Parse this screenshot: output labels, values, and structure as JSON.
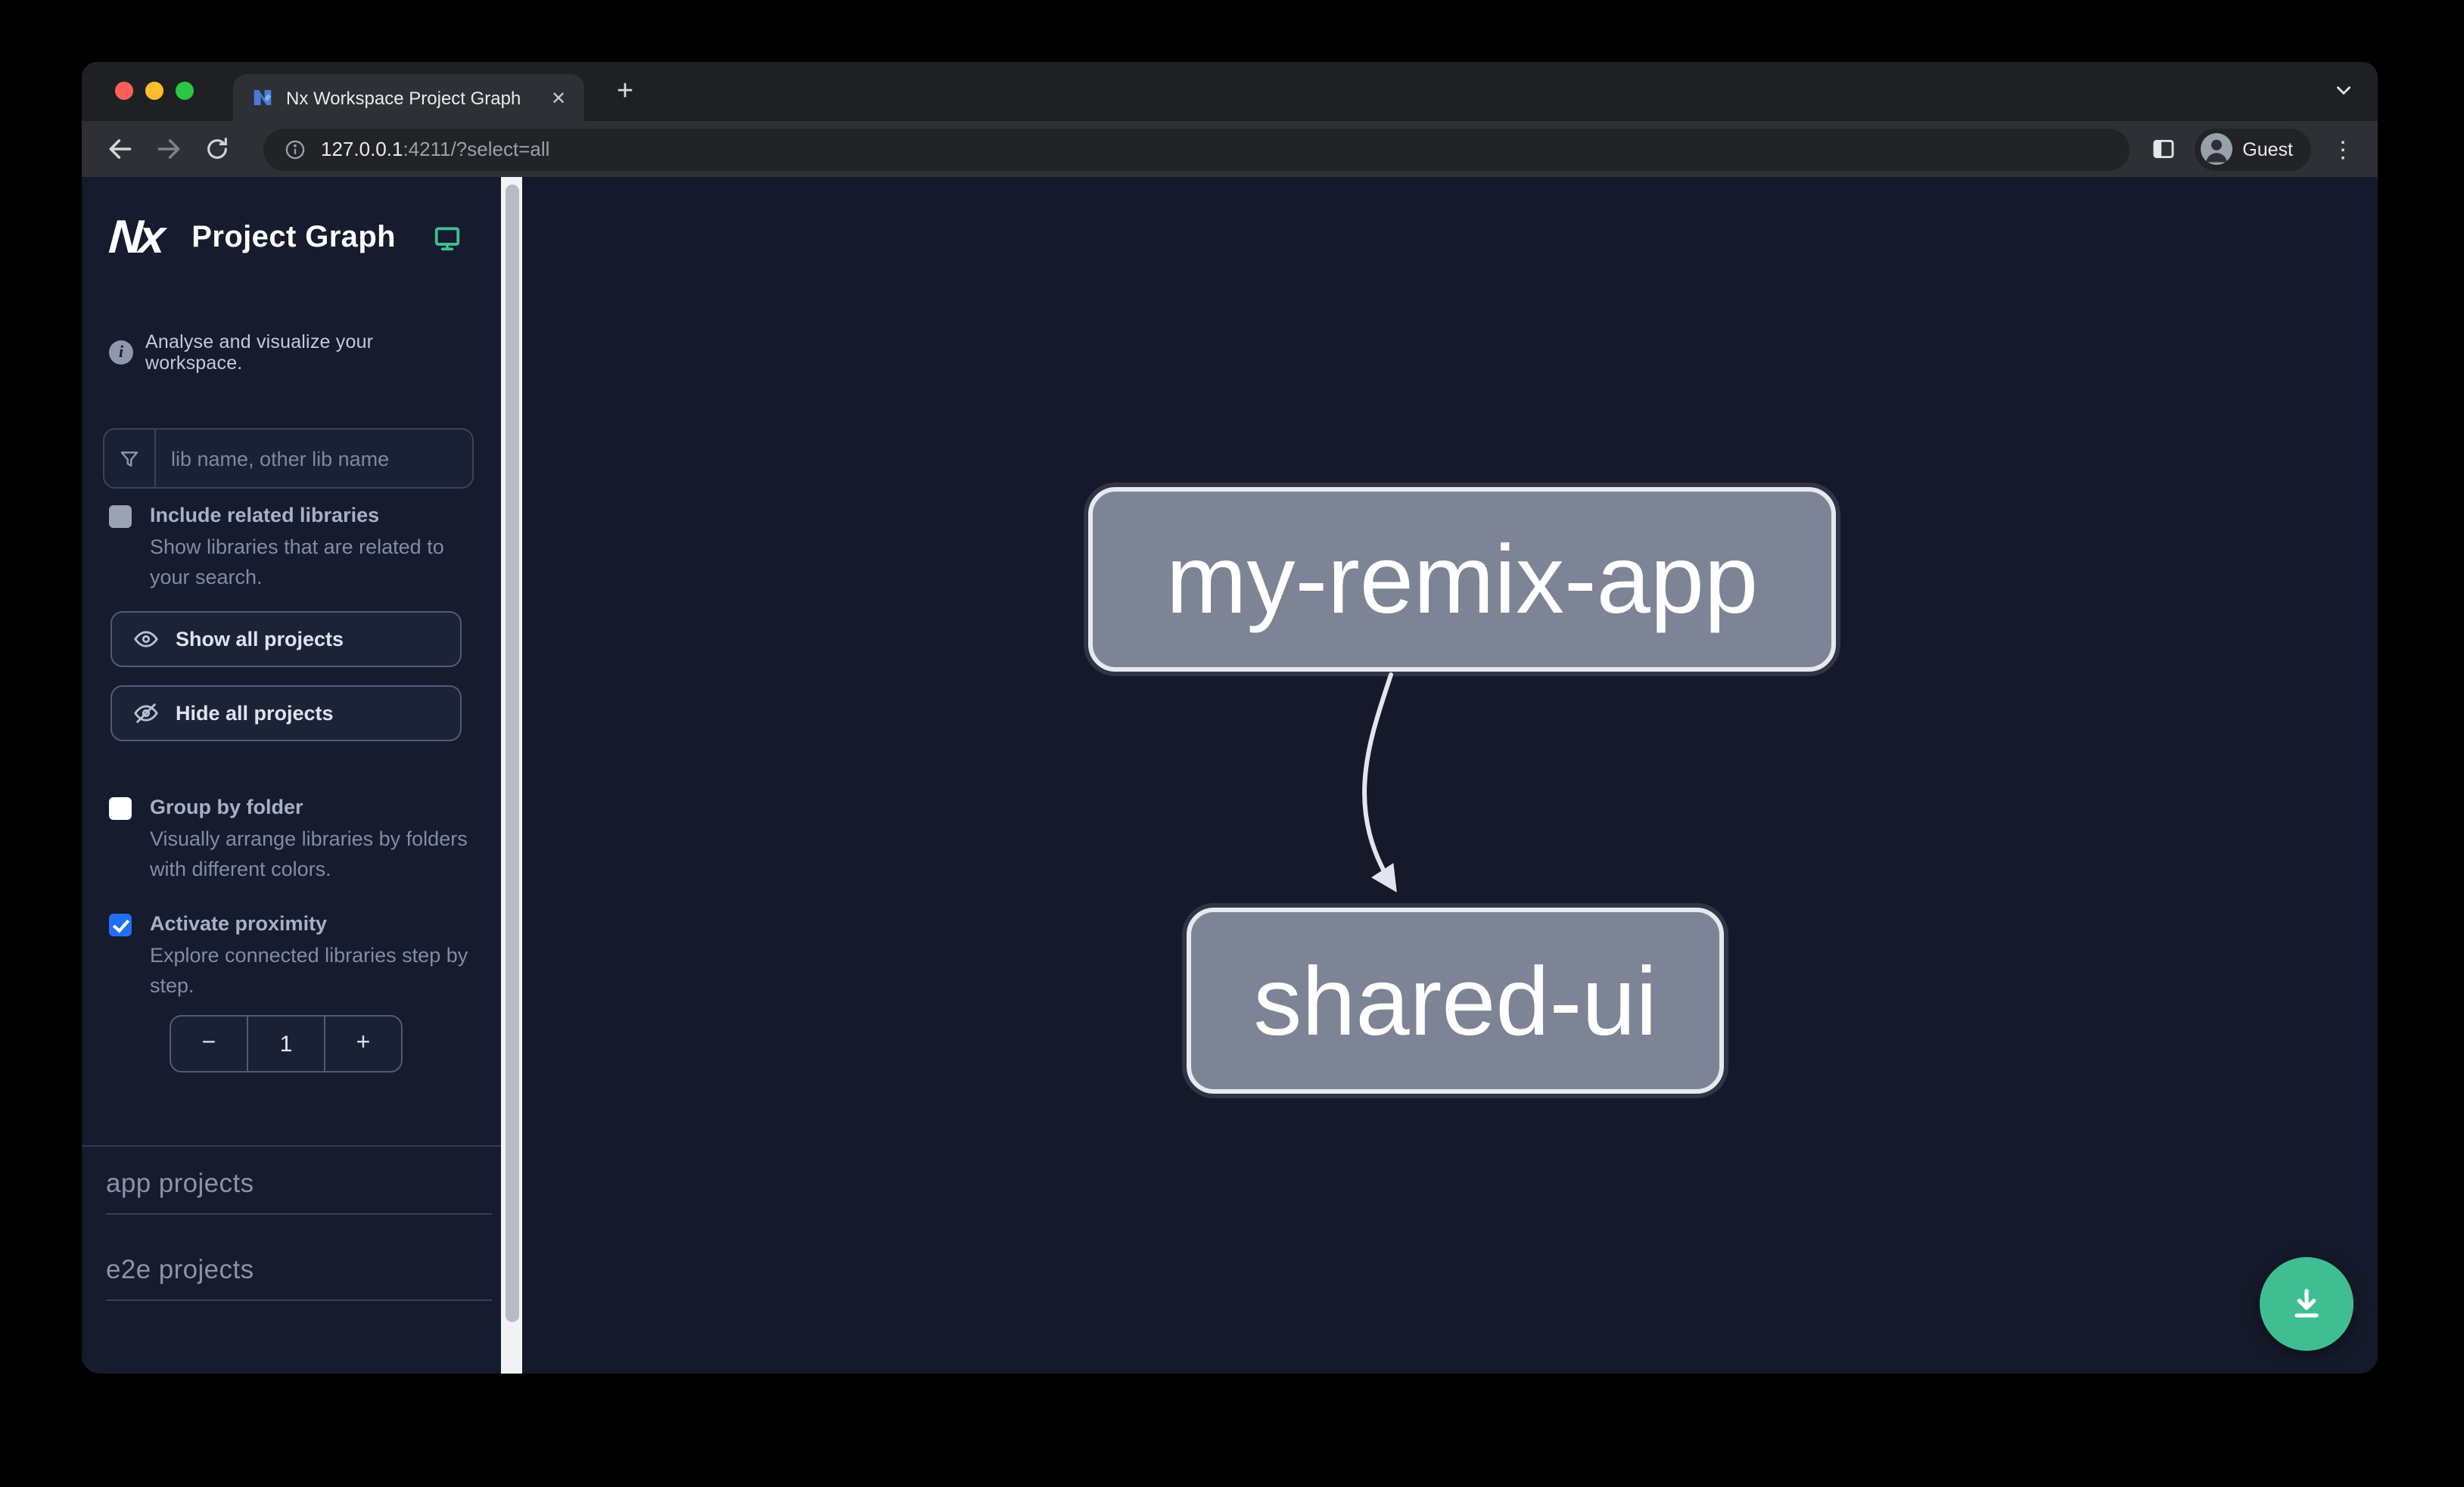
{
  "browser": {
    "tab_title": "Nx Workspace Project Graph",
    "close_glyph": "✕",
    "new_tab_glyph": "+",
    "kebab_glyph": "⋮",
    "url": {
      "host": "127.0.0.1",
      "rest": ":4211/?select=all"
    },
    "profile_label": "Guest",
    "icons": [
      "nx-favicon",
      "back-icon",
      "forward-icon",
      "reload-icon",
      "site-info-icon",
      "side-panel-icon",
      "avatar-icon",
      "chevron-down-icon"
    ],
    "traffic_colors": {
      "red": "#ff5f57",
      "yellow": "#febc2e",
      "green": "#2ac840"
    }
  },
  "sidebar": {
    "logo_text": "Nx",
    "app_title": "Project Graph",
    "tagline": "Analyse and visualize your workspace.",
    "search": {
      "placeholder": "lib name, other lib name"
    },
    "checkboxes": [
      {
        "label": "Include related libraries",
        "description": "Show libraries that are related to your search.",
        "checked": false,
        "disabled": true
      },
      {
        "label": "Group by folder",
        "description": "Visually arrange libraries by folders with different colors.",
        "checked": false,
        "disabled": false
      },
      {
        "label": "Activate proximity",
        "description": "Explore connected libraries step by step.",
        "checked": true,
        "disabled": false
      }
    ],
    "buttons": [
      {
        "label": "Show all projects",
        "icon": "eye-icon"
      },
      {
        "label": "Hide all projects",
        "icon": "eye-off-icon"
      }
    ],
    "stepper": {
      "decrement_glyph": "−",
      "value": "1",
      "increment_glyph": "+"
    },
    "sections": [
      {
        "label": "app projects"
      },
      {
        "label": "e2e projects"
      }
    ],
    "icons": [
      "nx-logo",
      "monitor-icon",
      "info-icon",
      "filter-icon"
    ]
  },
  "graph": {
    "nodes": [
      {
        "id": "my-remix-app"
      },
      {
        "id": "shared-ui"
      }
    ],
    "edges": [
      {
        "from": "my-remix-app",
        "to": "shared-ui"
      }
    ],
    "fab_icon": "download-icon"
  },
  "colors": {
    "accent_blue": "#2270f2",
    "fab_green": "#41bd92",
    "node_fill": "#7d8495",
    "node_border": "#e6e9f0",
    "sidebar_bg": "#161b2d",
    "canvas_bg": "#151929",
    "monitor_teal": "#40bf92"
  }
}
